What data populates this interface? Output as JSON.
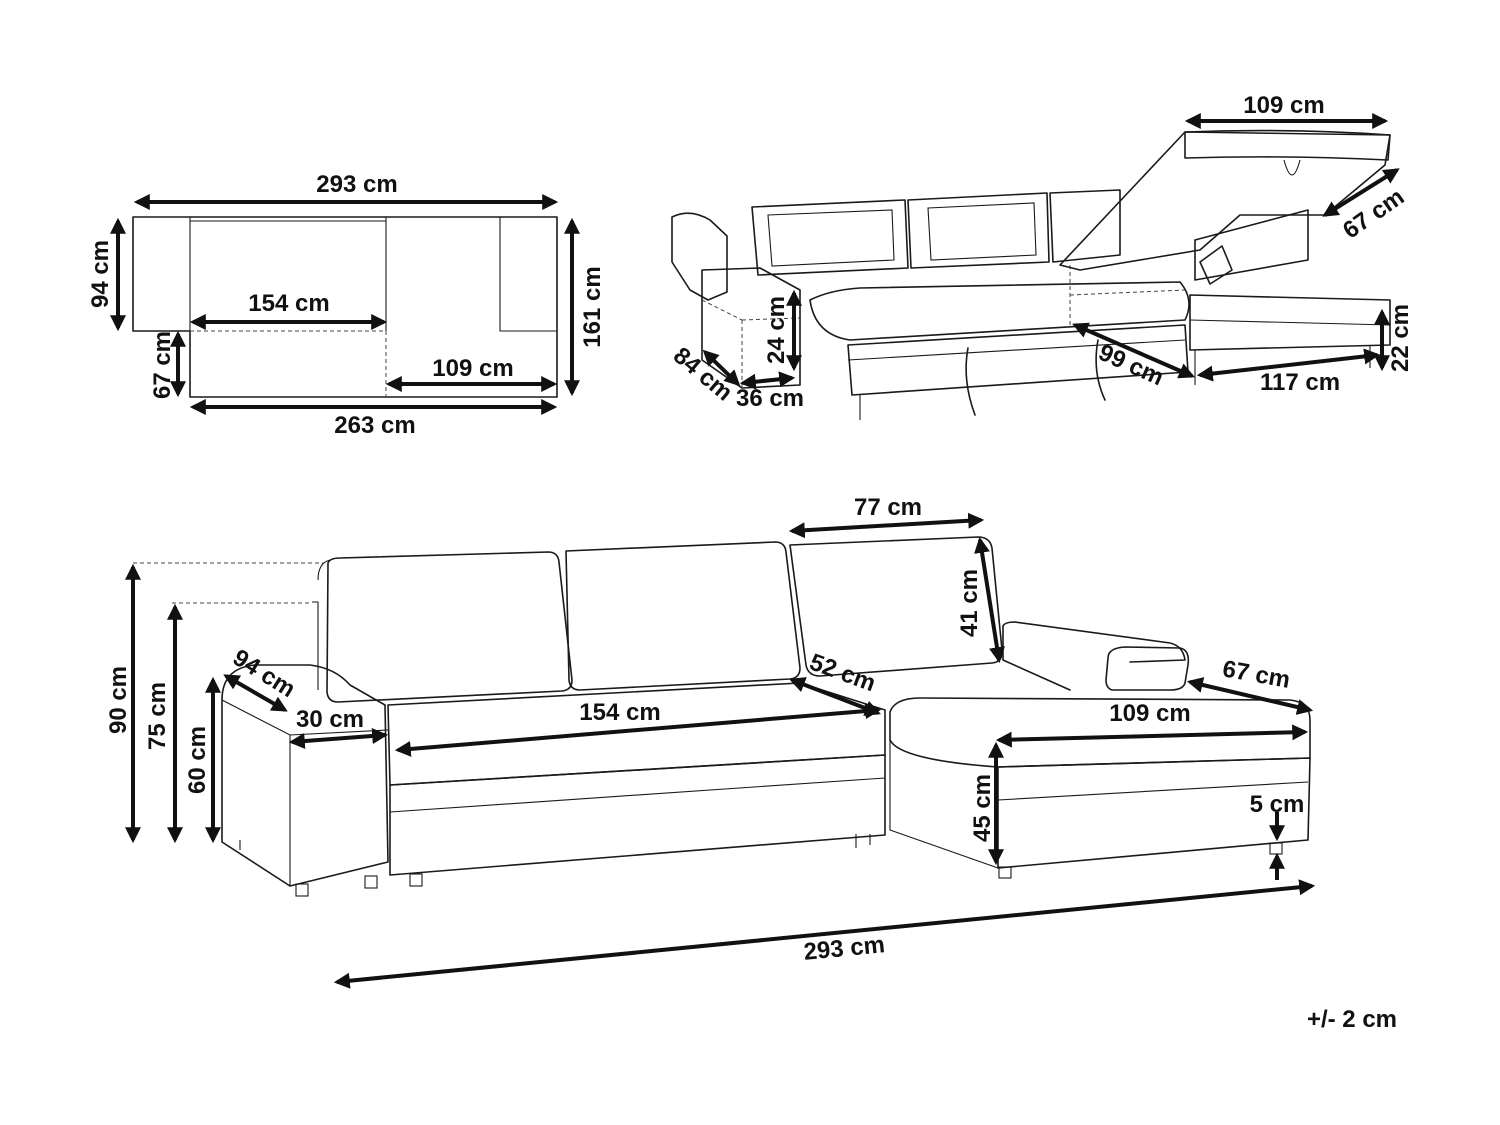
{
  "top_view": {
    "width_total": "293 cm",
    "depth_back": "94 cm",
    "depth_total": "161 cm",
    "seat_width": "154 cm",
    "chaise_extension": "67 cm",
    "chaise_width": "109 cm",
    "front_width": "263 cm"
  },
  "bed_view": {
    "chaise_lid_width": "109 cm",
    "chaise_lid_depth": "67 cm",
    "bed_height": "24 cm",
    "bed_length": "84 cm",
    "bed_side": "36 cm",
    "chaise_storage_depth": "99 cm",
    "chaise_storage_width": "117 cm",
    "chaise_storage_height": "22 cm"
  },
  "front_view": {
    "chaise_back_width": "77 cm",
    "backrest_height": "41 cm",
    "height_total": "90 cm",
    "height_back": "75 cm",
    "height_arm": "60 cm",
    "arm_depth": "94 cm",
    "arm_width": "30 cm",
    "seat_width": "154 cm",
    "seat_depth": "52 cm",
    "chaise_depth": "67 cm",
    "chaise_width": "109 cm",
    "seat_height": "45 cm",
    "leg_height": "5 cm",
    "width_total": "293 cm"
  },
  "tolerance": "+/- 2 cm"
}
